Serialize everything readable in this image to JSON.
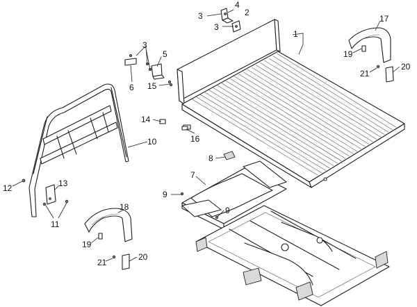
{
  "callouts": {
    "c1": "1",
    "c2": "2",
    "c3a": "3",
    "c3b": "3",
    "c3c": "3",
    "c4": "4",
    "c5": "5",
    "c6": "6",
    "c7": "7",
    "c8": "8",
    "c9a": "9",
    "c9b": "9",
    "c10": "10",
    "c11": "11",
    "c12": "12",
    "c13": "13",
    "c14": "14",
    "c15": "15",
    "c16": "16",
    "c17": "17",
    "c18": "18",
    "c19a": "19",
    "c19b": "19",
    "c20a": "20",
    "c20b": "20",
    "c21a": "21",
    "c21b": "21"
  }
}
